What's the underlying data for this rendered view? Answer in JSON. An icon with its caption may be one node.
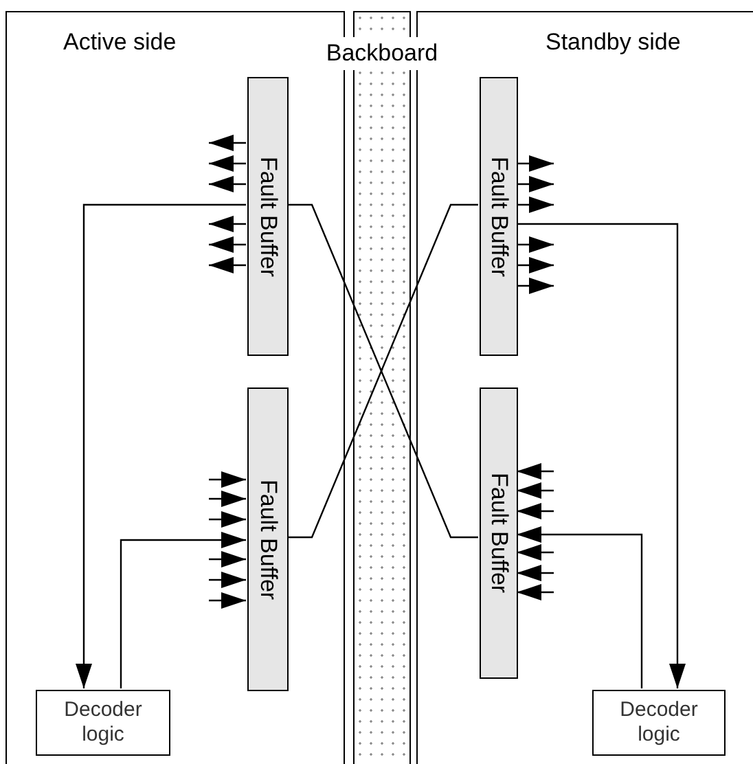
{
  "diagram": {
    "nodes": [
      {
        "text": [
          "Active side"
        ]
      },
      {
        "text": [
          "Backboard"
        ]
      },
      {
        "text": [
          "Standby side"
        ]
      },
      {
        "text": [
          "Fault Buffer"
        ],
        "in": 0
      },
      {
        "text": [
          "Fault Buffer"
        ],
        "in": 0
      },
      {
        "text": [
          "Decoder logic"
        ],
        "in": 0
      },
      {
        "text": [
          "Fault Buffer"
        ],
        "in": 2
      },
      {
        "text": [
          "Fault Buffer"
        ],
        "in": 2
      },
      {
        "text": [
          "Decoder logic"
        ],
        "in": 2
      }
    ],
    "edges": [
      {
        "from": 3,
        "to": 5,
        "arrow": "to"
      },
      {
        "from": 3,
        "to": 7,
        "arrow": "none"
      },
      {
        "from": 6,
        "to": 4,
        "arrow": "none"
      },
      {
        "from": 6,
        "to": 8,
        "arrow": "to"
      },
      {
        "from": 5,
        "to": 4,
        "arrow": "to"
      },
      {
        "from": 8,
        "to": 7,
        "arrow": "to"
      },
      {
        "from": 3,
        "to": null,
        "arrow": "to"
      },
      {
        "from": 3,
        "to": null,
        "arrow": "to"
      },
      {
        "from": 3,
        "to": null,
        "arrow": "to"
      },
      {
        "from": 3,
        "to": null,
        "arrow": "to"
      },
      {
        "from": 3,
        "to": null,
        "arrow": "to"
      },
      {
        "from": 3,
        "to": null,
        "arrow": "to"
      },
      {
        "from": 6,
        "to": null,
        "arrow": "to"
      },
      {
        "from": 6,
        "to": null,
        "arrow": "to"
      },
      {
        "from": 6,
        "to": null,
        "arrow": "to"
      },
      {
        "from": 6,
        "to": null,
        "arrow": "to"
      },
      {
        "from": 6,
        "to": null,
        "arrow": "to"
      },
      {
        "from": 6,
        "to": null,
        "arrow": "to"
      },
      {
        "from": null,
        "to": 4,
        "arrow": "to"
      },
      {
        "from": null,
        "to": 4,
        "arrow": "to"
      },
      {
        "from": null,
        "to": 4,
        "arrow": "to"
      },
      {
        "from": null,
        "to": 4,
        "arrow": "to"
      },
      {
        "from": null,
        "to": 4,
        "arrow": "to"
      },
      {
        "from": null,
        "to": 4,
        "arrow": "to"
      },
      {
        "from": null,
        "to": 7,
        "arrow": "to"
      },
      {
        "from": null,
        "to": 7,
        "arrow": "to"
      },
      {
        "from": null,
        "to": 7,
        "arrow": "to"
      },
      {
        "from": null,
        "to": 7,
        "arrow": "to"
      },
      {
        "from": null,
        "to": 7,
        "arrow": "to"
      },
      {
        "from": null,
        "to": 7,
        "arrow": "to"
      }
    ]
  }
}
